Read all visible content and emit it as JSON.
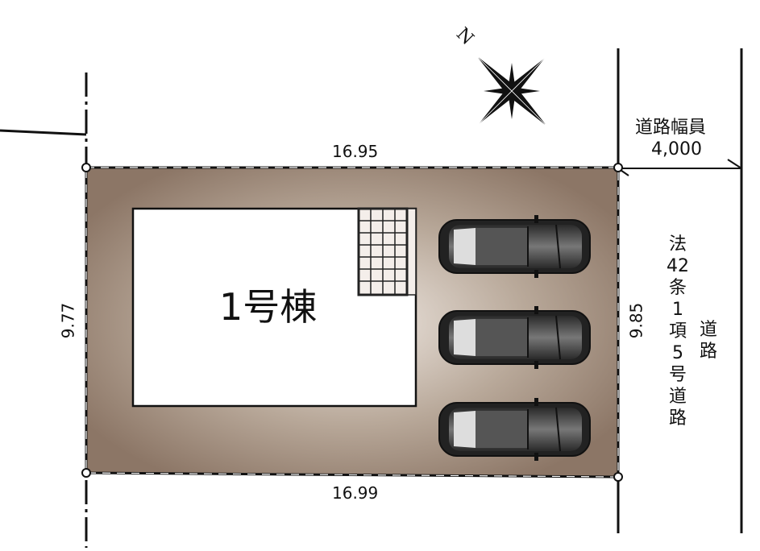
{
  "compass": {
    "north_label": "N"
  },
  "lot": {
    "top_width": "16.95",
    "bottom_width": "16.99",
    "left_depth": "9.77",
    "right_depth": "9.85"
  },
  "building": {
    "label": "1号棟"
  },
  "parking": {
    "car_count": 3
  },
  "road": {
    "width_label": "道路幅員",
    "width_value": "4,000",
    "type_chars": [
      "法",
      "42",
      "条",
      "1",
      "項",
      "5",
      "号",
      "道",
      "路"
    ],
    "side_chars": [
      "道",
      "路"
    ]
  },
  "colors": {
    "lot": "#8f7a68",
    "lot_center": "#e6ddd5",
    "line": "#111111"
  }
}
